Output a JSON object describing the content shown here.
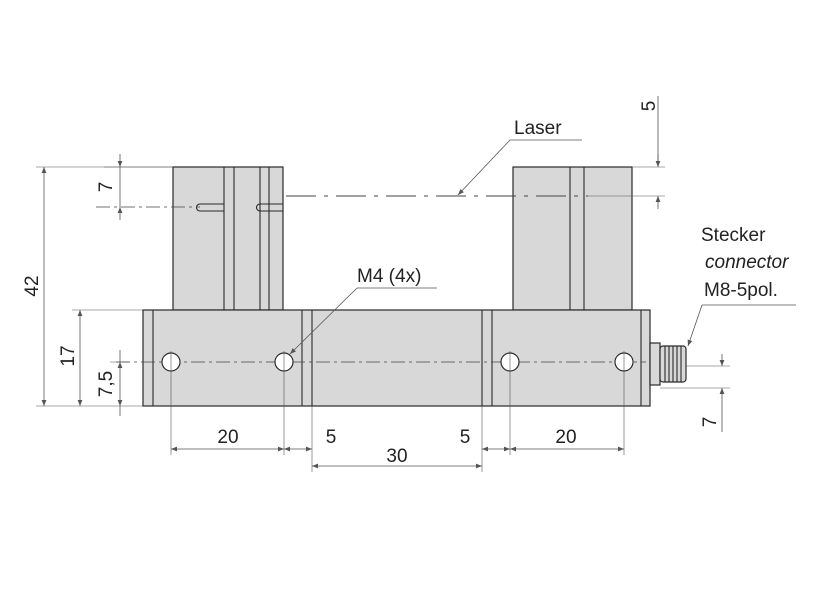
{
  "labels": {
    "laser": "Laser",
    "m4": "M4 (4x)",
    "stecker": "Stecker",
    "connector": "connector",
    "m8": "M8-5pol."
  },
  "dimensions": {
    "d5_top": "5",
    "d7_top": "7",
    "d42": "42",
    "d17": "17",
    "d7_5": "7,5",
    "d20_left": "20",
    "d5_left": "5",
    "d30": "30",
    "d5_right": "5",
    "d20_right": "20",
    "d7_right": "7"
  },
  "colors": {
    "part_fill": "#d8d8d8",
    "line": "#2a2a2a"
  }
}
